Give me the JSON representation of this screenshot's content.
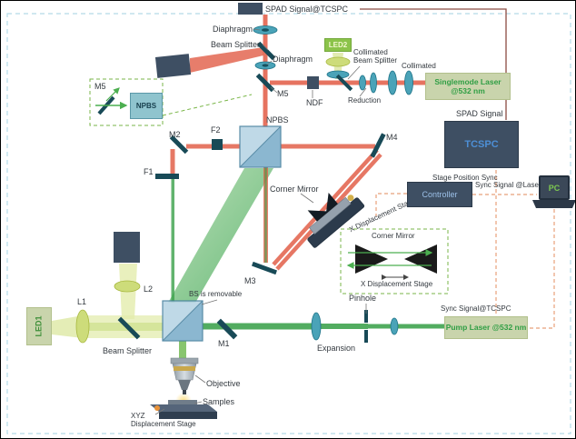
{
  "colors": {
    "beam_red": "#e2604a",
    "beam_green": "#2e9e44",
    "beam_led_yellow": "#dde8a4",
    "lens_teal": "#4aa3b8",
    "mirror_dark_teal": "#184a57",
    "sage_box_bg": "#c9d4ac",
    "laser_text_green": "#2f9e44",
    "dark_box": "#3e4f63",
    "tcspc_text": "#4d8fd6",
    "pc_text": "#7ec850",
    "sync_line_orange": "#e8a07a",
    "border_dashed_blue": "#b5dbe8",
    "inset_dashed_green": "#7ab648"
  },
  "labels": {
    "spad_signal_tcspc": "SPAD Signal@TCSPC",
    "diaphragm_top": "Diaphragm",
    "beam_splitter_top": "Beam Splitter",
    "diaphragm_mid": "Diaphragm",
    "collimated_bs": "Collimated\nBeam Splitter",
    "collimated": "Collimated",
    "m5_inset": "M5",
    "m5": "M5",
    "ndf": "NDF",
    "reduction": "Reduction",
    "npbs": "NPBS",
    "m2": "M2",
    "f2": "F2",
    "f1": "F1",
    "m4": "M4",
    "spad_signal": "SPAD Signal",
    "stage_position_sync": "Stage Position Sync",
    "sync_signal_laser": "Sync Signal @Laser",
    "corner_mirror": "Corner Mirror",
    "x_displacement_stage": "X Displacement Stage",
    "corner_mirror_inset": "Corner Mirror",
    "x_displacement_stage_inset": "X Displacement Stage",
    "m3": "M3",
    "pinhole": "Pinhole",
    "sync_signal_tcspc": "Sync Signal@TCSPC",
    "expansion": "Expansion",
    "m1": "M1",
    "bs_removable": "BS is removable",
    "l2": "L2",
    "l1": "L1",
    "beam_splitter_bottom": "Beam Splitter",
    "objective": "Objective",
    "samples": "Samples",
    "xyz_stage": "XYZ\nDisplacement Stage"
  },
  "boxes": {
    "led1": "LED1",
    "led2": "LED2",
    "singlemode_laser": "Singlemode Laser\n@532 nm",
    "pump_laser": "Pump Laser @532 nm",
    "tcspc": "TCSPC",
    "controller": "Controller",
    "pc": "PC",
    "npbs_inset": "NPBS"
  }
}
